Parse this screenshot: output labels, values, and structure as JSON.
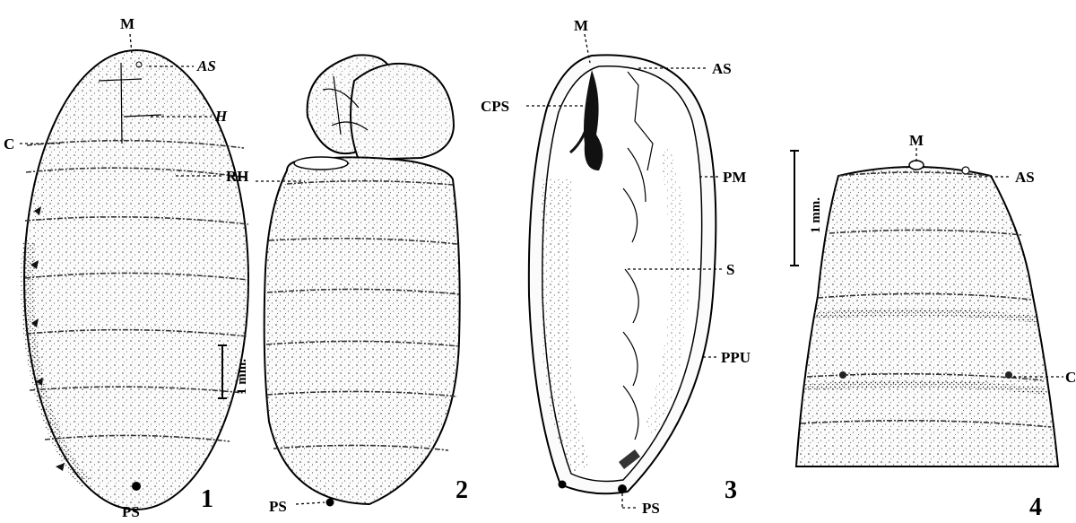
{
  "figure1": {
    "number": "1",
    "labels": {
      "m": "M",
      "as": "AS",
      "h": "H",
      "c": "C",
      "rh": "RH",
      "ps": "PS"
    },
    "scale": "1 mm."
  },
  "figure2": {
    "number": "2",
    "labels": {
      "ps": "PS"
    }
  },
  "figure3": {
    "number": "3",
    "labels": {
      "m": "M",
      "as": "AS",
      "cps": "CPS",
      "pm": "PM",
      "s": "S",
      "ppu": "PPU",
      "ps": "PS"
    }
  },
  "figure4": {
    "number": "4",
    "labels": {
      "m": "M",
      "as": "AS",
      "c": "C"
    },
    "scale": "1 mm."
  }
}
